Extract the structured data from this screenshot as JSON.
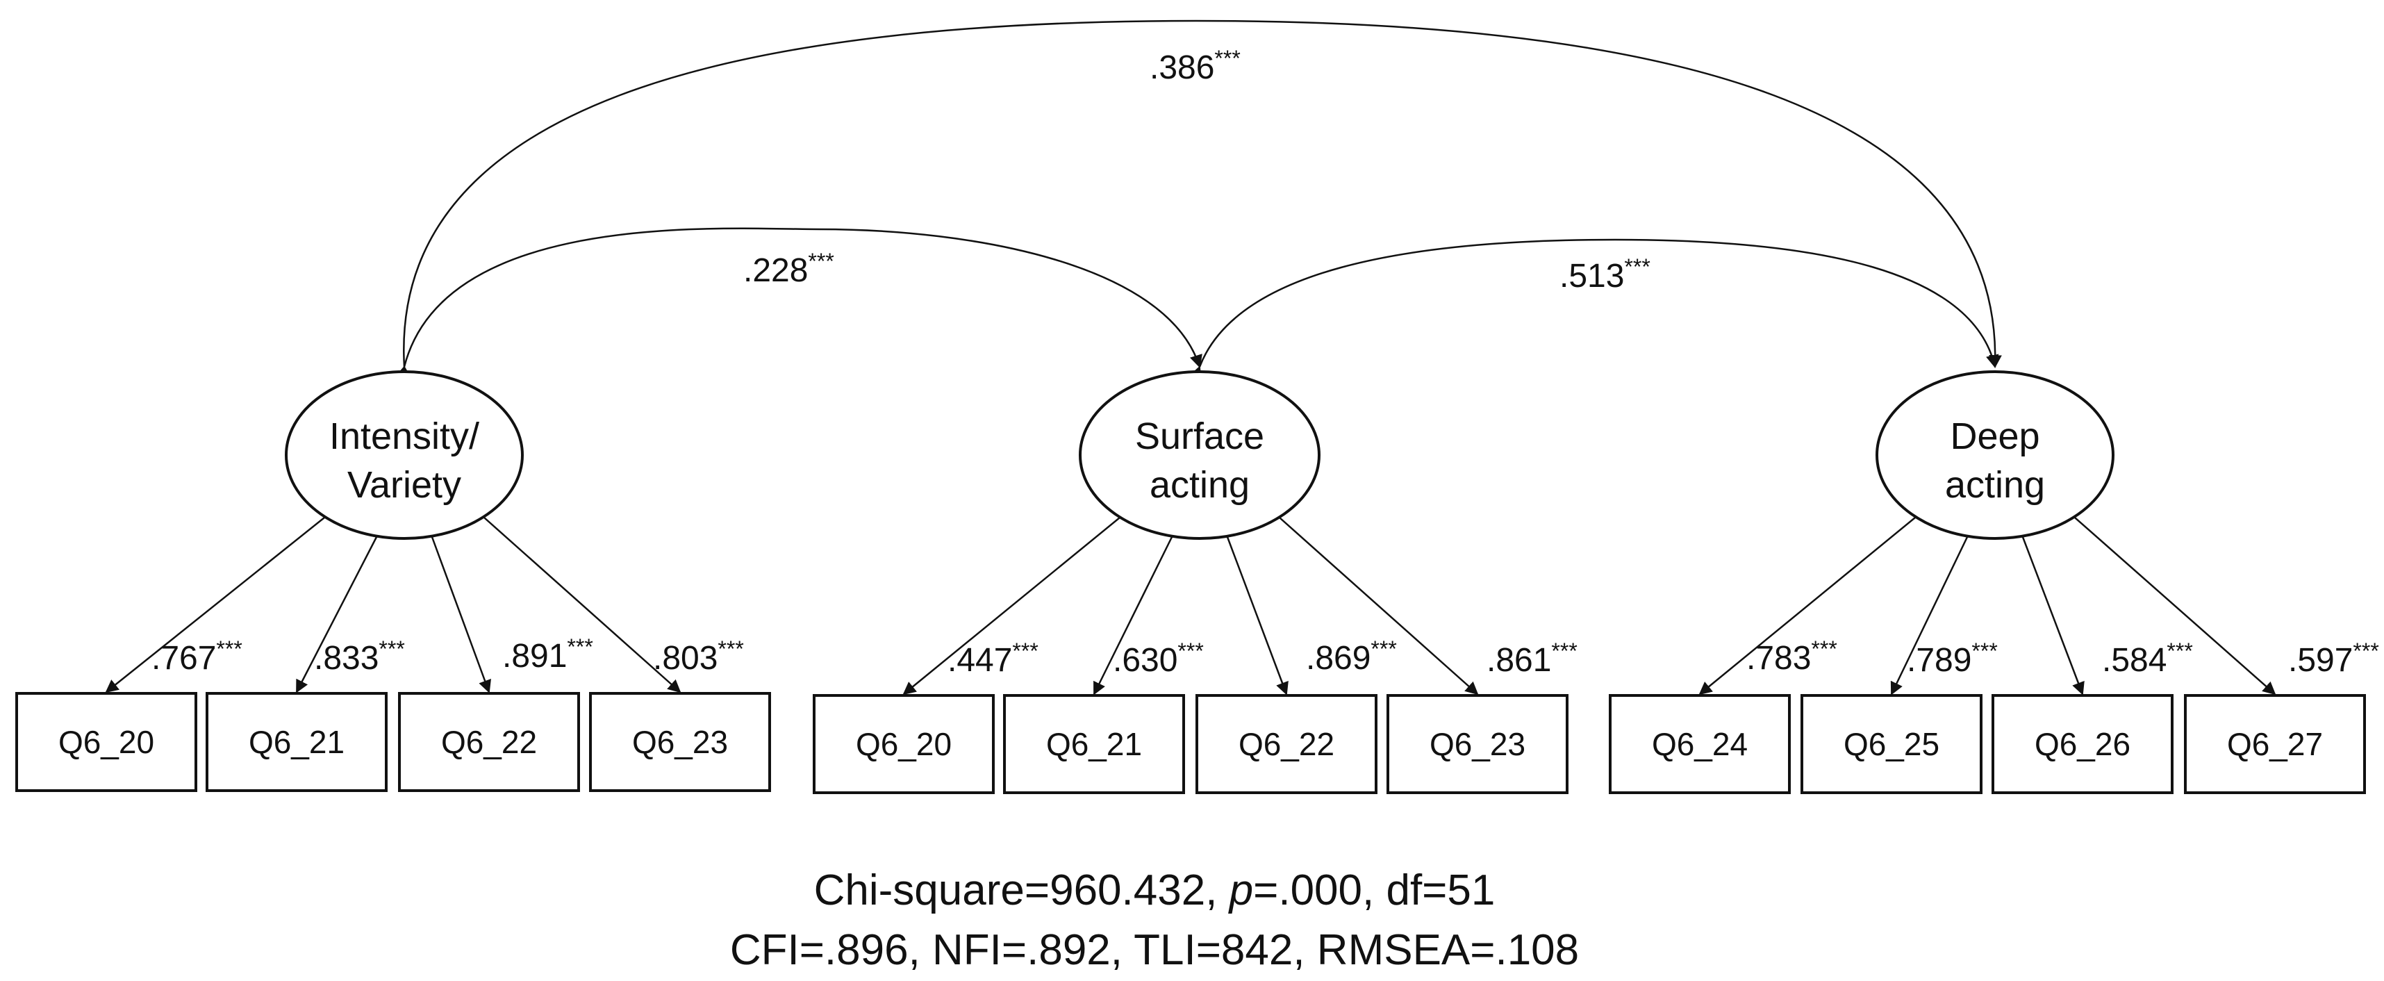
{
  "latents": [
    {
      "id": "intensity",
      "lines": [
        "Intensity/",
        "Variety"
      ]
    },
    {
      "id": "surface",
      "lines": [
        "Surface",
        "acting"
      ]
    },
    {
      "id": "deep",
      "lines": [
        "Deep",
        "acting"
      ]
    }
  ],
  "indicators": [
    {
      "latent": "intensity",
      "label": "Q6_20",
      "loading": ".767",
      "sig": "***"
    },
    {
      "latent": "intensity",
      "label": "Q6_21",
      "loading": ".833",
      "sig": "***"
    },
    {
      "latent": "intensity",
      "label": "Q6_22",
      "loading": ".891",
      "sig": "***"
    },
    {
      "latent": "intensity",
      "label": "Q6_23",
      "loading": ".803",
      "sig": "***"
    },
    {
      "latent": "surface",
      "label": "Q6_20",
      "loading": ".447",
      "sig": "***"
    },
    {
      "latent": "surface",
      "label": "Q6_21",
      "loading": ".630",
      "sig": "***"
    },
    {
      "latent": "surface",
      "label": "Q6_22",
      "loading": ".869",
      "sig": "***"
    },
    {
      "latent": "surface",
      "label": "Q6_23",
      "loading": ".861",
      "sig": "***"
    },
    {
      "latent": "deep",
      "label": "Q6_24",
      "loading": ".783",
      "sig": "***"
    },
    {
      "latent": "deep",
      "label": "Q6_25",
      "loading": ".789",
      "sig": "***"
    },
    {
      "latent": "deep",
      "label": "Q6_26",
      "loading": ".584",
      "sig": "***"
    },
    {
      "latent": "deep",
      "label": "Q6_27",
      "loading": ".597",
      "sig": "***"
    }
  ],
  "correlations": [
    {
      "from": "intensity",
      "to": "deep",
      "value": ".386",
      "sig": "***"
    },
    {
      "from": "intensity",
      "to": "surface",
      "value": ".228",
      "sig": "***"
    },
    {
      "from": "surface",
      "to": "deep",
      "value": ".513",
      "sig": "***"
    }
  ],
  "fit": {
    "line1": [
      {
        "text": "Chi-square=960.432,  "
      },
      {
        "text": "p",
        "italic": true
      },
      {
        "text": "=.000,  df=51"
      }
    ],
    "line2": [
      {
        "text": "CFI=.896,  NFI=.892,  TLI=842,  RMSEA=.108"
      }
    ]
  }
}
